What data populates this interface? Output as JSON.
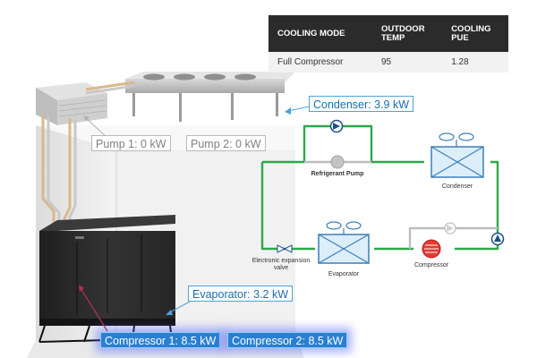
{
  "status_table": {
    "headers": [
      "COOLING MODE",
      "OUTDOOR TEMP",
      "COOLING PUE"
    ],
    "row": [
      "Full Compressor",
      "95",
      "1.28"
    ]
  },
  "callouts": {
    "condenser": "Condenser: 3.9 kW",
    "pump1": "Pump 1: 0 kW",
    "pump2": "Pump 2: 0 kW",
    "evaporator": "Evaporator: 3.2 kW",
    "compressor1": "Compressor 1: 8.5 kW",
    "compressor2": "Compressor 2: 8.5 kW"
  },
  "diagram_labels": {
    "refrigerant_pump": "Refrigerant Pump",
    "condenser": "Condenser",
    "electronic_expansion_valve": "Electronic expansion valve",
    "evaporator": "Evaporator",
    "compressor": "Compressor"
  },
  "colors": {
    "active_loop": "#2ea84a",
    "inactive_loop": "#bdbdbd",
    "callout_blue": "#4ea3d8",
    "callout_gray": "#b8b8b8",
    "compressor_red": "#e53935",
    "table_header": "#2b2b2b"
  },
  "icons": {
    "pump_top": "blue-pump-icon",
    "pump_right": "blue-pump-icon",
    "refrigerant_pump": "gray-pump-icon",
    "compressor": "red-compressor-icon",
    "bypass_valve": "gray-check-valve-icon",
    "expansion_valve": "expansion-valve-icon"
  }
}
